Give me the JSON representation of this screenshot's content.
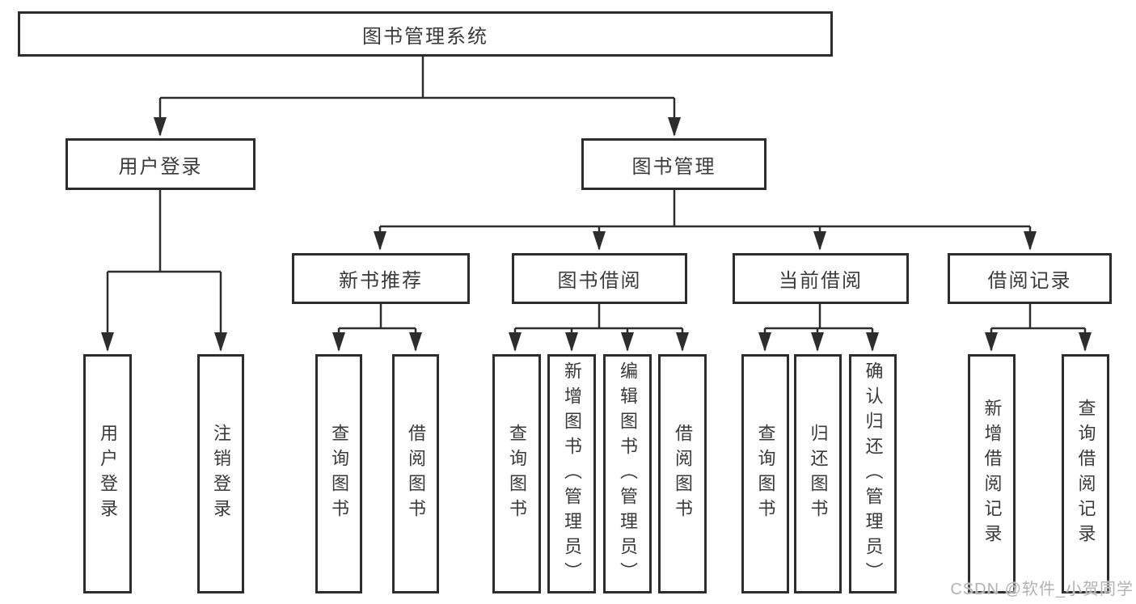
{
  "tree": {
    "root": {
      "label": "图书管理系统"
    },
    "branches": [
      {
        "label": "用户登录",
        "leaves": [
          {
            "label": "用户登录"
          },
          {
            "label": "注销登录"
          }
        ]
      },
      {
        "label": "图书管理",
        "groups": [
          {
            "label": "新书推荐",
            "leaves": [
              {
                "label": "查询图书"
              },
              {
                "label": "借阅图书"
              }
            ]
          },
          {
            "label": "图书借阅",
            "leaves": [
              {
                "label": "查询图书"
              },
              {
                "label": "新增图书（管理员）"
              },
              {
                "label": "编辑图书（管理员）"
              },
              {
                "label": "借阅图书"
              }
            ]
          },
          {
            "label": "当前借阅",
            "leaves": [
              {
                "label": "查询图书"
              },
              {
                "label": "归还图书"
              },
              {
                "label": "确认归还（管理员）"
              }
            ]
          },
          {
            "label": "借阅记录",
            "leaves": [
              {
                "label": "新增借阅记录"
              },
              {
                "label": "查询借阅记录"
              }
            ]
          }
        ]
      }
    ]
  },
  "watermark": {
    "text": "CSDN @软件_小贺同学"
  },
  "colors": {
    "line": "#2d2d2d",
    "text": "#3a3a3a",
    "box_fill": "#ffffff",
    "background": "#ffffff",
    "watermark": "#b2b2b2"
  }
}
